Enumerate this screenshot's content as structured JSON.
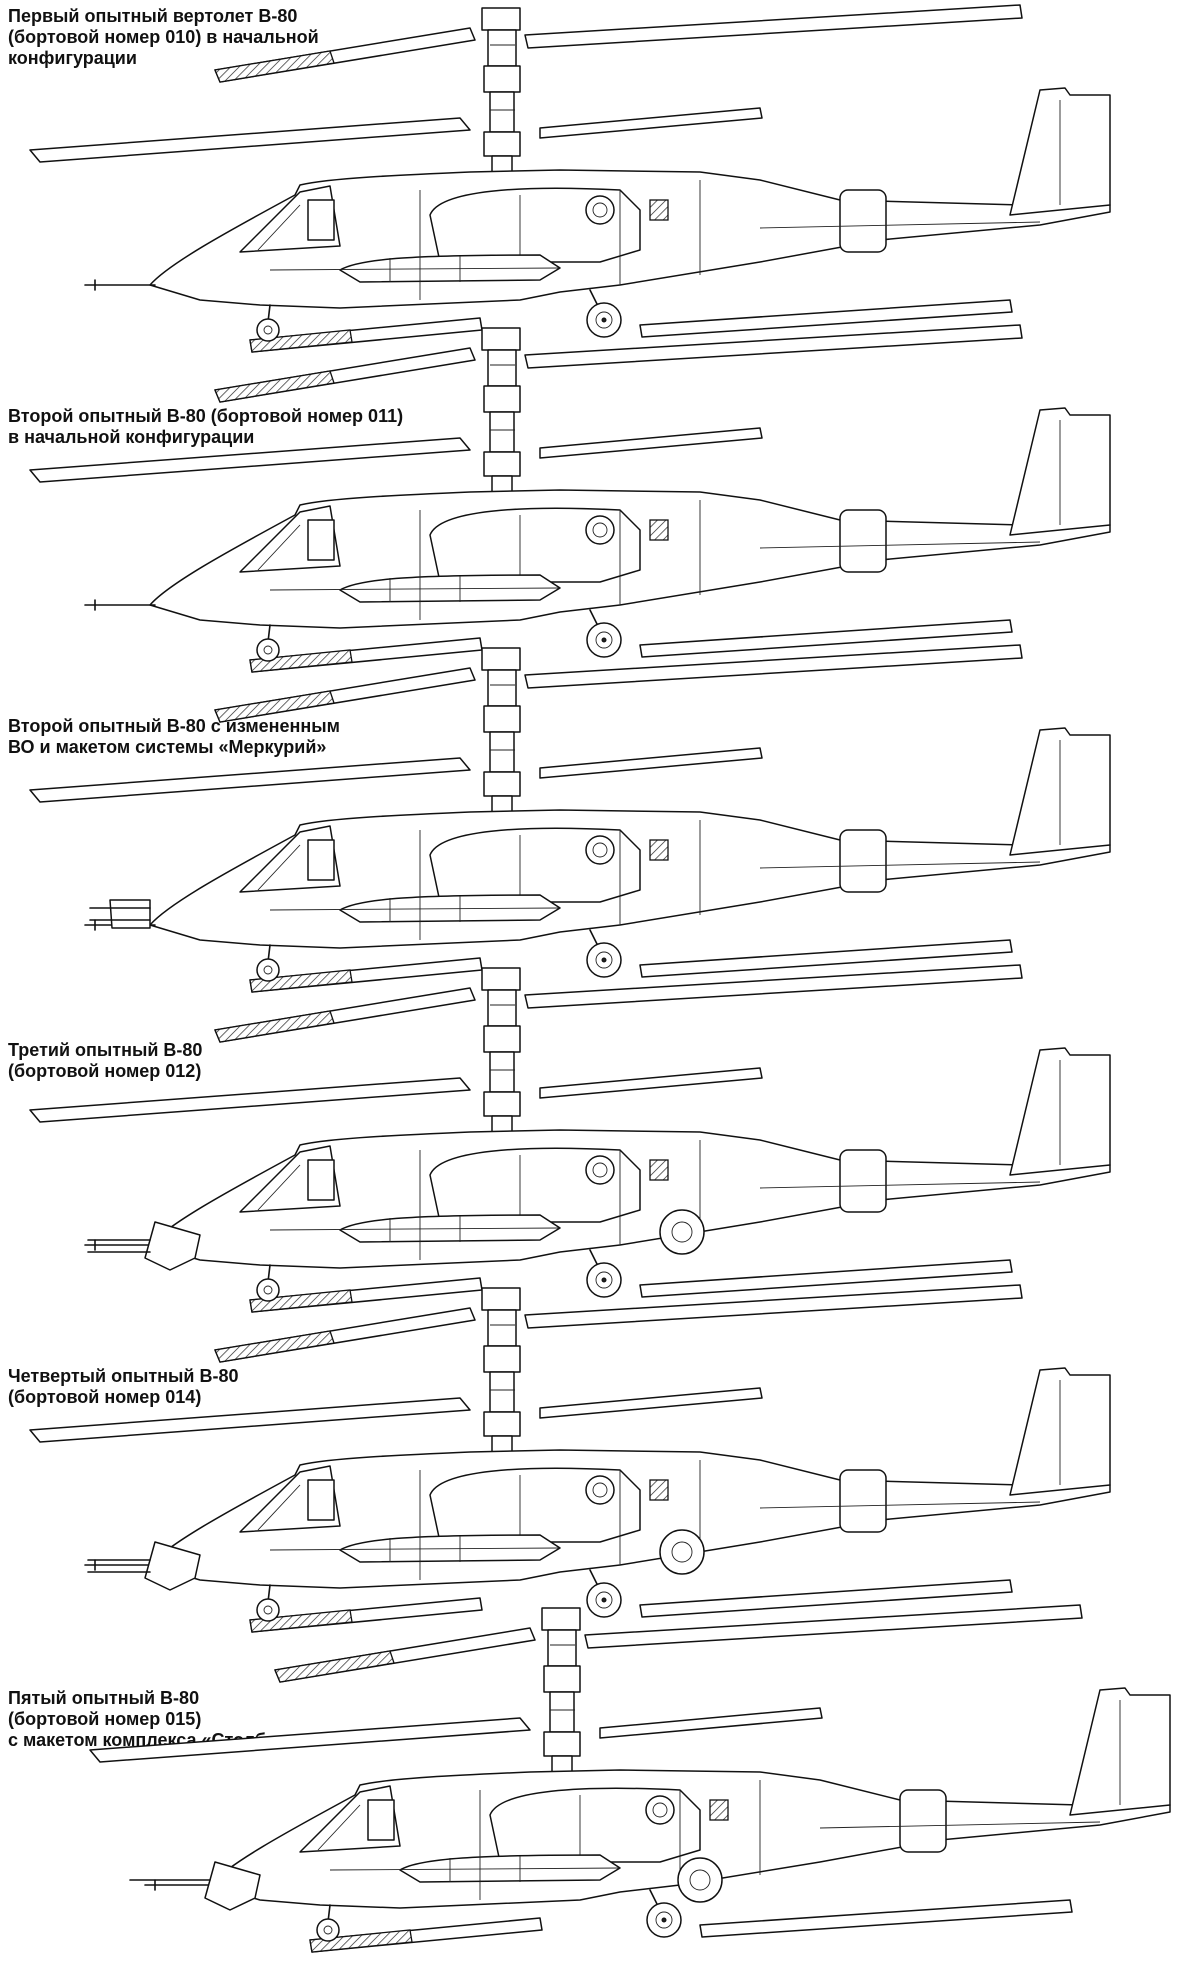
{
  "variants": [
    {
      "id": "v010",
      "lines": [
        "Первый опытный вертолет В-80",
        "(бортовой номер 010) в начальной",
        "конфигурации"
      ]
    },
    {
      "id": "v011",
      "lines": [
        "Второй опытный В-80 (бортовой номер 011)",
        "в начальной конфигурации"
      ]
    },
    {
      "id": "v011b",
      "lines": [
        "Второй опытный В-80 с измененным",
        "ВО и макетом системы «Меркурий»"
      ]
    },
    {
      "id": "v012",
      "lines": [
        "Третий опытный В-80",
        "(бортовой номер 012)"
      ]
    },
    {
      "id": "v014",
      "lines": [
        "Четвертый опытный В-80",
        "(бортовой номер 014)"
      ]
    },
    {
      "id": "v015",
      "lines": [
        "Пятый опытный В-80",
        "(бортовой номер 015)",
        "с макетом комплекса «Столб»"
      ]
    }
  ]
}
